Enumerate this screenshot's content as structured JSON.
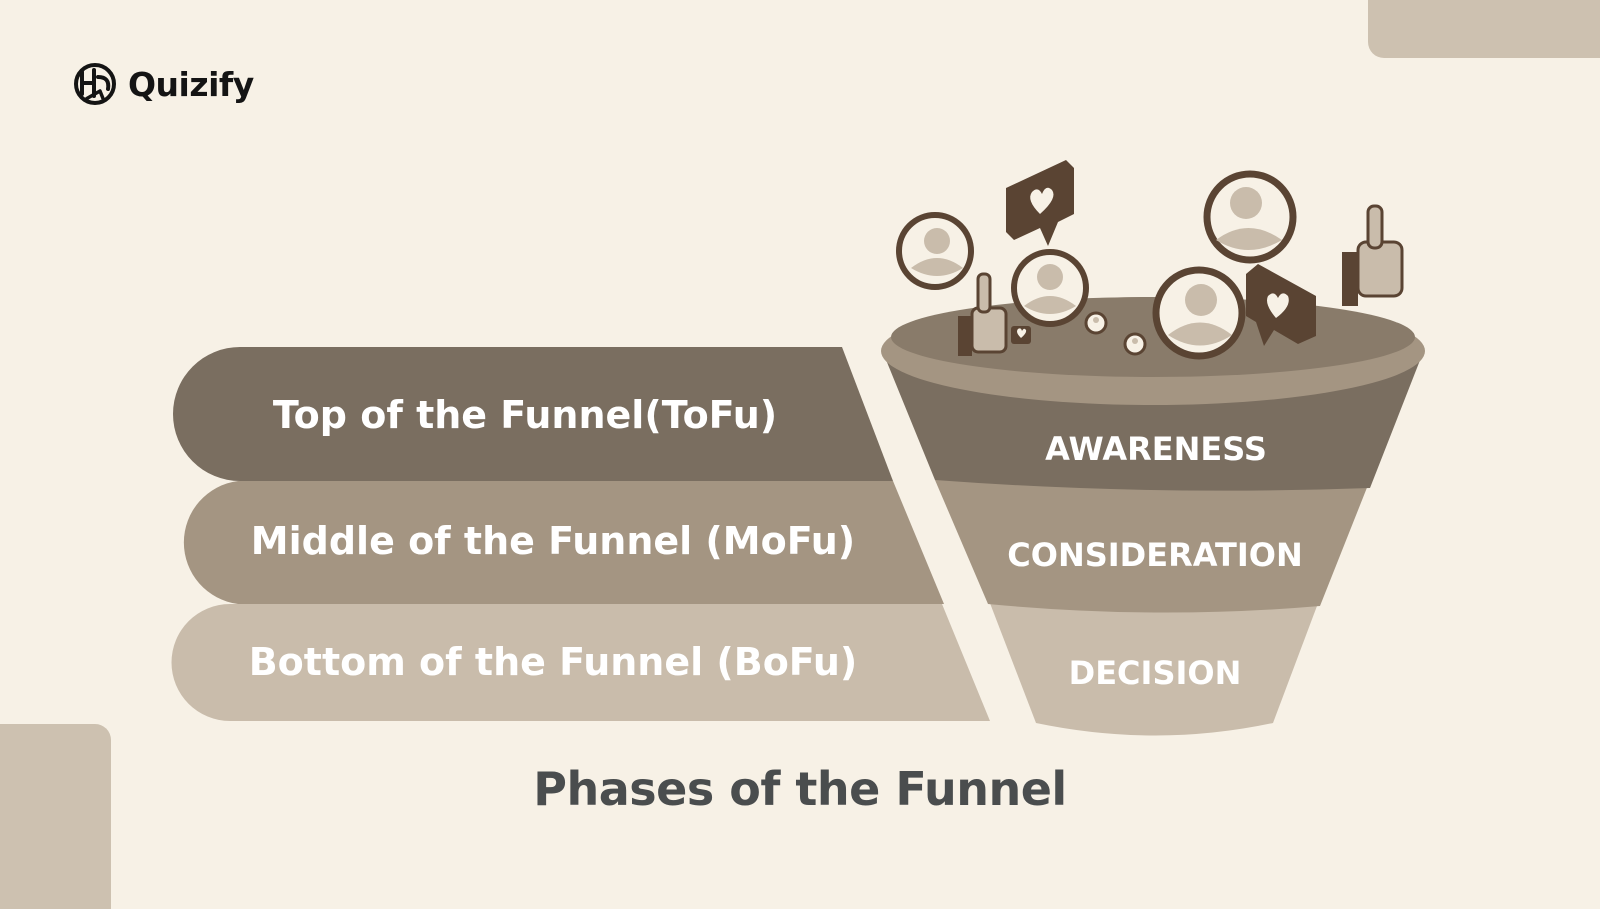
{
  "brand": {
    "name": "Quizify",
    "logo_icon": "quizify-logo-icon"
  },
  "stages": [
    {
      "phase_label": "Top of the Funnel(ToFu)",
      "funnel_label": "AWARENESS",
      "color": "#7a6e60"
    },
    {
      "phase_label": "Middle of the Funnel (MoFu)",
      "funnel_label": "CONSIDERATION",
      "color": "#a49582"
    },
    {
      "phase_label": "Bottom of the Funnel (BoFu)",
      "funnel_label": "DECISION",
      "color": "#c9bcab"
    }
  ],
  "funnel": {
    "rim_color": "#a49582",
    "inner_color": "#897b6a",
    "decorations": [
      "user-avatar-icon",
      "heart-speech-bubble-icon",
      "thumbs-up-icon"
    ]
  },
  "title": "Phases of the Funnel",
  "colors": {
    "background": "#f7f1e6",
    "corner_accent": "#cdc1b0",
    "title_text": "#4a4d4e",
    "icon_dark": "#5a4433"
  }
}
